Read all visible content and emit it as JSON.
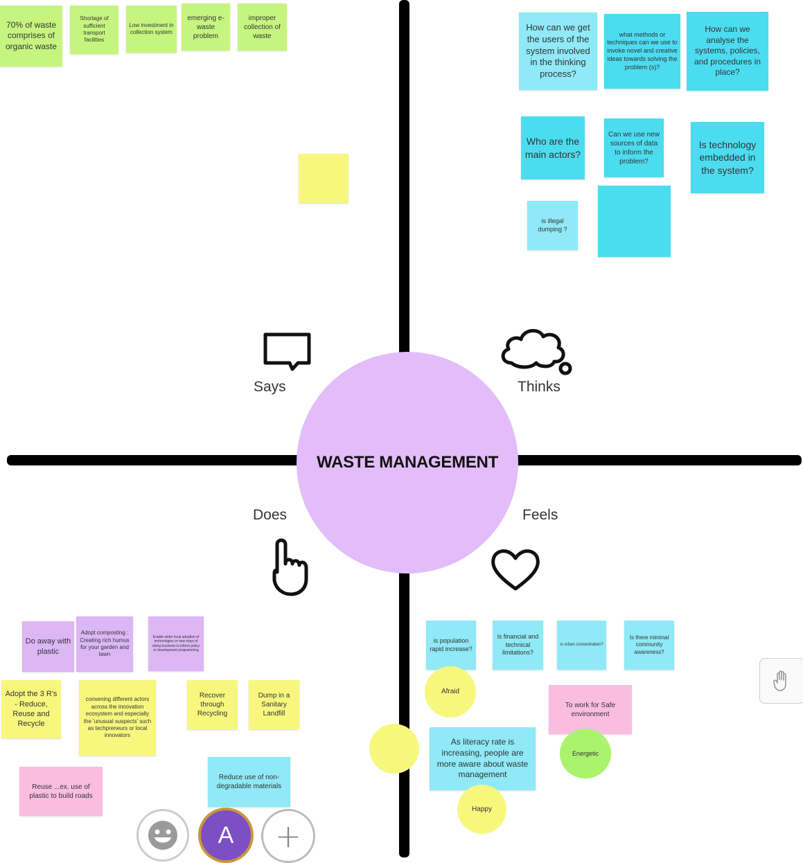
{
  "board": {
    "title": "WASTE MANAGEMENT"
  },
  "quadrants": {
    "says": "Says",
    "thinks": "Thinks",
    "does": "Does",
    "feels": "Feels"
  },
  "says_notes": [
    "70% of waste comprises of organic waste",
    "Shortage of sufficient transport facilities",
    "Low investment in collection system",
    "emerging e-waste problem",
    "improper collection of waste",
    ""
  ],
  "thinks_notes": [
    "How can we get the users of the system involved in the thinking process?",
    "what methods or techniques can we use to invoke novel and creative ideas towards solving the problem (s)?",
    "How can we analyse the systems, policies, and procedures in place?",
    "Who are the main actors?",
    "Can we use new sources of data to inform the problem?",
    "Is technology embedded in the system?",
    "is illegal dumping ?",
    ""
  ],
  "does_notes": [
    "Do away with plastic",
    "Adopt composting : Creating rich humus for your garden and lawn",
    "Enable wider local adoption of technologies or new ways of doing business to inform policy or development programming",
    "Adopt the 3 R's - Reduce, Reuse and Recycle",
    "convening different actors across the innovation ecosystem and especially the 'unusual suspects' such as techpreneurs or local innovators",
    "Recover through Recycling",
    "Dump in a Sanitary Landfill",
    "Reuse ...ex. use of plastic to build roads",
    "Reduce use of non-degradable materials"
  ],
  "feels_notes": [
    "is population rapid increase?",
    "is financial and technical limitations?",
    "is urban concentration?",
    "Is there minimal community awareness?",
    "To work for Safe environment",
    "As literacy rate is increasing, people are more aware about waste management"
  ],
  "feels_emotions": [
    "Afraid",
    "Energetic",
    "Happy",
    ""
  ],
  "toolbar": {
    "avatar_letter": "A",
    "add_symbol": "+"
  },
  "colors": {
    "green": "#c6f57f",
    "yellow": "#f7f77e",
    "cyan": "#4cdcf0",
    "light_cyan": "#8fe9f6",
    "purple_note": "#ddb6f5",
    "pink": "#f9bde0",
    "center": "#e2bdf9",
    "avatar": "#7d4fc4",
    "avatar_ring": "#c8973e"
  }
}
